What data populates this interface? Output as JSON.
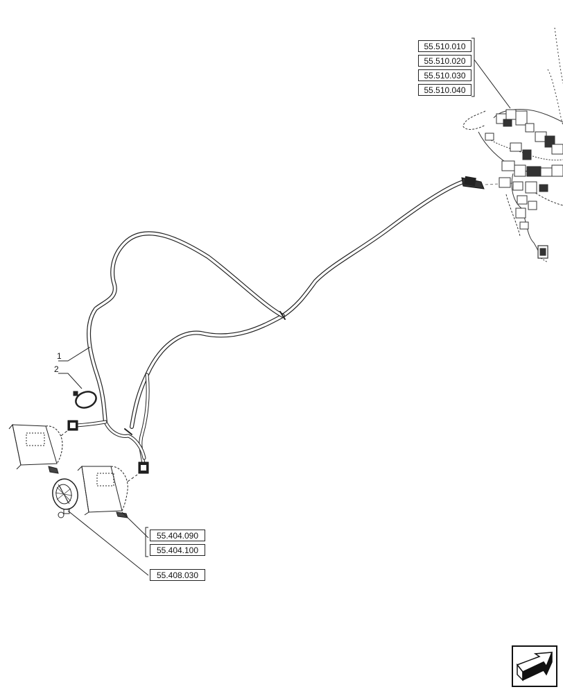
{
  "refs_top": [
    "55.510.010",
    "55.510.020",
    "55.510.030",
    "55.510.040"
  ],
  "refs_lamps": [
    "55.404.090",
    "55.404.100"
  ],
  "ref_horn": "55.408.030",
  "items": [
    "1",
    "2"
  ],
  "icons": {
    "nav": "next-page-arrow-icon"
  }
}
